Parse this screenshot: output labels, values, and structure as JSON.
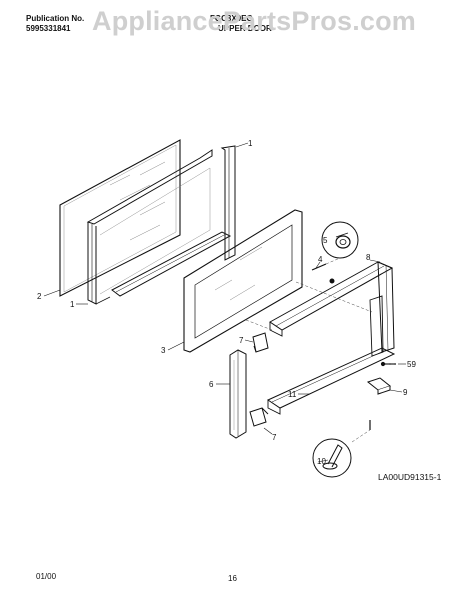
{
  "header": {
    "publication_label": "Publication No.",
    "publication_number": "5995331841",
    "model_number": "FGC3X9EG",
    "section_title": "UPPER DOOR"
  },
  "watermark": "AppliancePartsPros.com",
  "diagram": {
    "callouts": [
      "1",
      "2",
      "1",
      "3",
      "4",
      "5",
      "8",
      "7",
      "6",
      "59",
      "11",
      "9",
      "7",
      "10"
    ],
    "diagram_code": "LA00UD91315-1"
  },
  "footer": {
    "date": "01/00",
    "page": "16"
  }
}
